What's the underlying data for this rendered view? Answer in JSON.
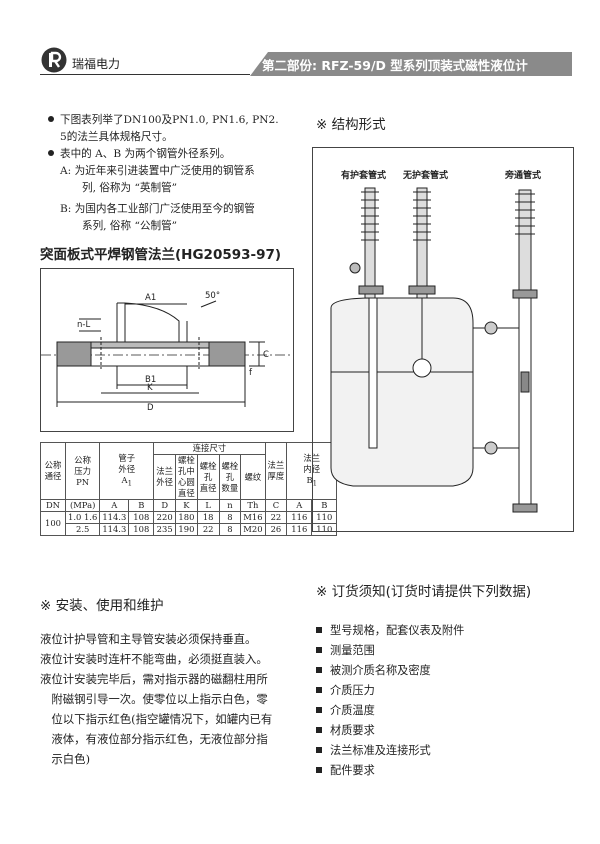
{
  "header": {
    "brand": "瑞福电力",
    "title": "第二部份: RFZ-59/D 型系列顶装式磁性液位计"
  },
  "intro": {
    "bullet1_lines": [
      "下图表列举了DN100及PN1.0, PN1.6, PN2.",
      "5的法兰具体规格尺寸。"
    ],
    "bullet2": "表中的 A、B 为两个钢管外径系列。",
    "a_lines": [
      "A:  为近年来引进装置中广泛使用的钢管系",
      "列, 俗称为 “英制管”"
    ],
    "b_lines": [
      "B:  为国内各工业部门广泛使用至今的钢管",
      "系列, 俗称 “公制管”"
    ]
  },
  "flange": {
    "title": "突面板式平焊钢管法兰(HG20593-97)",
    "labels": {
      "a1": "A1",
      "angle": "50°",
      "nl": "n-L",
      "c": "C",
      "f": "f",
      "b1": "B1",
      "k": "K",
      "d": "D"
    }
  },
  "table": {
    "h": {
      "dn_top": "公称",
      "dn_mid": "通径",
      "pn_top": "公称",
      "pn_mid": "压力",
      "pn_bot": "PN",
      "pipe_top": "管子",
      "pipe_mid": "外径",
      "pipe_bot": "A",
      "conn": "连接尺寸",
      "c1_1": "法兰",
      "c1_2": "外径",
      "c2_1": "螺栓",
      "c2_2": "孔中",
      "c2_3": "心圆",
      "c2_4": "直径",
      "c3_1": "螺栓",
      "c3_2": "孔",
      "c3_3": "直径",
      "c4_1": "螺栓",
      "c4_2": "孔",
      "c4_3": "数量",
      "c5": "螺纹",
      "th_1": "法兰",
      "th_2": "厚度",
      "in_1": "法兰",
      "in_2": "内径",
      "in_3": "B"
    },
    "sub": {
      "dn": "DN",
      "mpa": "(MPa)",
      "a": "A",
      "b": "B",
      "d": "D",
      "k": "K",
      "l": "L",
      "n": "n",
      "th": "Th",
      "c": "C",
      "a2": "A",
      "b2": "B",
      "pipe_sub": "1",
      "in_sub": "1"
    },
    "dn_value": "100",
    "rows": [
      [
        "1.0 1.6",
        "114.3",
        "108",
        "220",
        "180",
        "18",
        "8",
        "M16",
        "22",
        "116",
        "110"
      ],
      [
        "2.5",
        "114.3",
        "108",
        "235",
        "190",
        "22",
        "8",
        "M20",
        "26",
        "116",
        "110"
      ]
    ]
  },
  "structure": {
    "title": "※  结构形式",
    "labels": [
      "有护套管式",
      "无护套管式",
      "旁通管式"
    ]
  },
  "install": {
    "title": "※  安装、使用和维护",
    "lines": [
      "液位计护导管和主导管安装必须保持垂直。",
      "液位计安装时连杆不能弯曲，必须挺直装入。",
      "液位计安装完毕后，需对指示器的磁翻柱用所",
      "　附磁钢引导一次。使零位以上指示白色，零",
      "　位以下指示红色(指空罐情况下，如罐内已有",
      "　液体，有液位部分指示红色，无液位部分指",
      "　示白色)"
    ]
  },
  "order": {
    "title": "※  订货须知(订货时请提供下列数据)",
    "items": [
      "型号规格，配套仪表及附件",
      "测量范围",
      "被测介质名称及密度",
      "介质压力",
      "介质温度",
      "材质要求",
      "法兰标准及连接形式",
      "配件要求"
    ]
  }
}
